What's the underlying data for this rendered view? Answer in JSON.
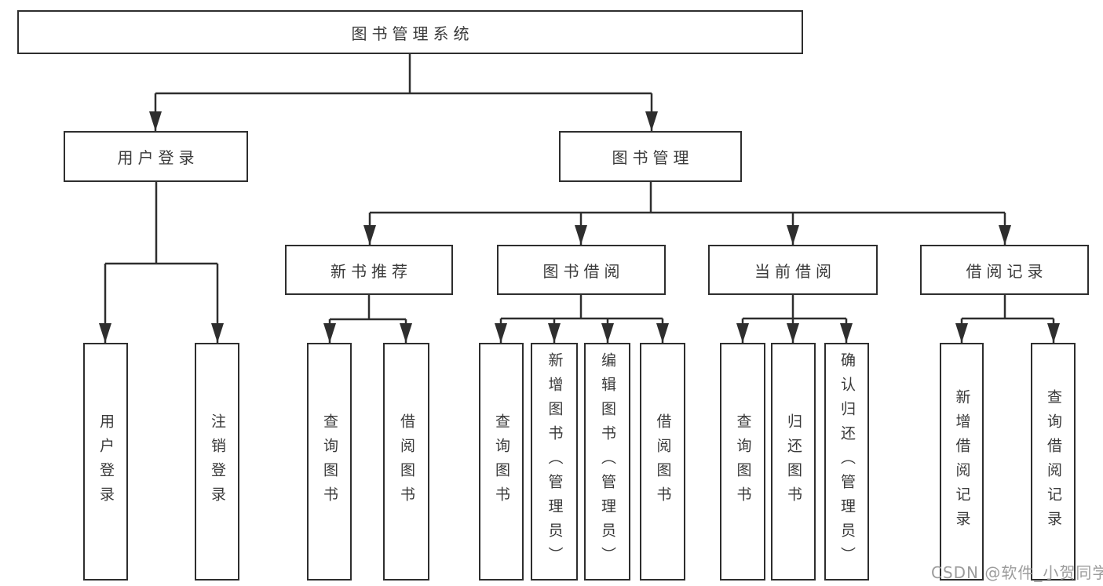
{
  "diagram": {
    "root": {
      "label": "图书管理系统"
    },
    "branches": [
      {
        "label": "用户登录",
        "children": [
          {
            "label": "用户登录"
          },
          {
            "label": "注销登录"
          }
        ]
      },
      {
        "label": "图书管理",
        "children": [
          {
            "label": "新书推荐",
            "children": [
              {
                "label": "查询图书"
              },
              {
                "label": "借阅图书"
              }
            ]
          },
          {
            "label": "图书借阅",
            "children": [
              {
                "label": "查询图书"
              },
              {
                "label": "新增图书（管理员）"
              },
              {
                "label": "编辑图书（管理员）"
              },
              {
                "label": "借阅图书"
              }
            ]
          },
          {
            "label": "当前借阅",
            "children": [
              {
                "label": "查询图书"
              },
              {
                "label": "归还图书"
              },
              {
                "label": "确认归还（管理员）"
              }
            ]
          },
          {
            "label": "借阅记录",
            "children": [
              {
                "label": "新增借阅记录"
              },
              {
                "label": "查询借阅记录"
              }
            ]
          }
        ]
      }
    ],
    "colors": {
      "line": "#2e2e2e",
      "box_border": "#2e2e2e",
      "text": "#3a3a3a",
      "background": "#ffffff",
      "watermark": "#9c9c9c"
    }
  },
  "watermark": {
    "text": "CSDN @软件_小贺同学"
  }
}
